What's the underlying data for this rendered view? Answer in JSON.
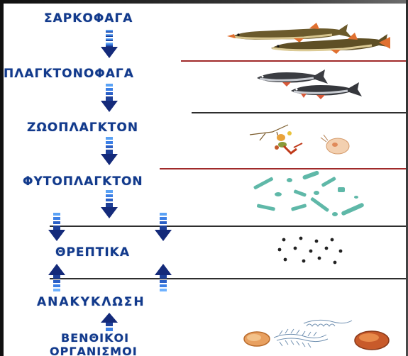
{
  "levels": {
    "carnivores": "ΣΑΡΚΟΦΑΓΑ",
    "planktivores": "ΠΛΑΓΚΤΟΝΟΦΑΓΑ",
    "zooplankton": "ΖΩΟΠΛΑΓΚΤΟΝ",
    "phytoplankton": "ΦΥΤΟΠΛΑΓΚΤΟΝ",
    "nutrients": "ΘΡΕΠΤΙΚΑ",
    "recycling": "ΑΝΑΚΥΚΛΩΣΗ",
    "benthic_line1": "ΒΕΝΘΙΚΟΙ",
    "benthic_line2": "ΟΡΓΑΝΙΣΜΟΙ"
  },
  "colors": {
    "label_text": "#123a8c",
    "arrow_dark": "#142a7a",
    "arrow_light": "#3f8ff5",
    "separator_red": "#a02a2a",
    "separator_dark": "#2e2e2e",
    "frame": "#101010"
  },
  "icons": [
    "pike-fish-icon",
    "small-fish-icon",
    "zooplankton-icon",
    "phytoplankton-icon",
    "nutrient-dots-icon",
    "benthic-organisms-icon"
  ]
}
